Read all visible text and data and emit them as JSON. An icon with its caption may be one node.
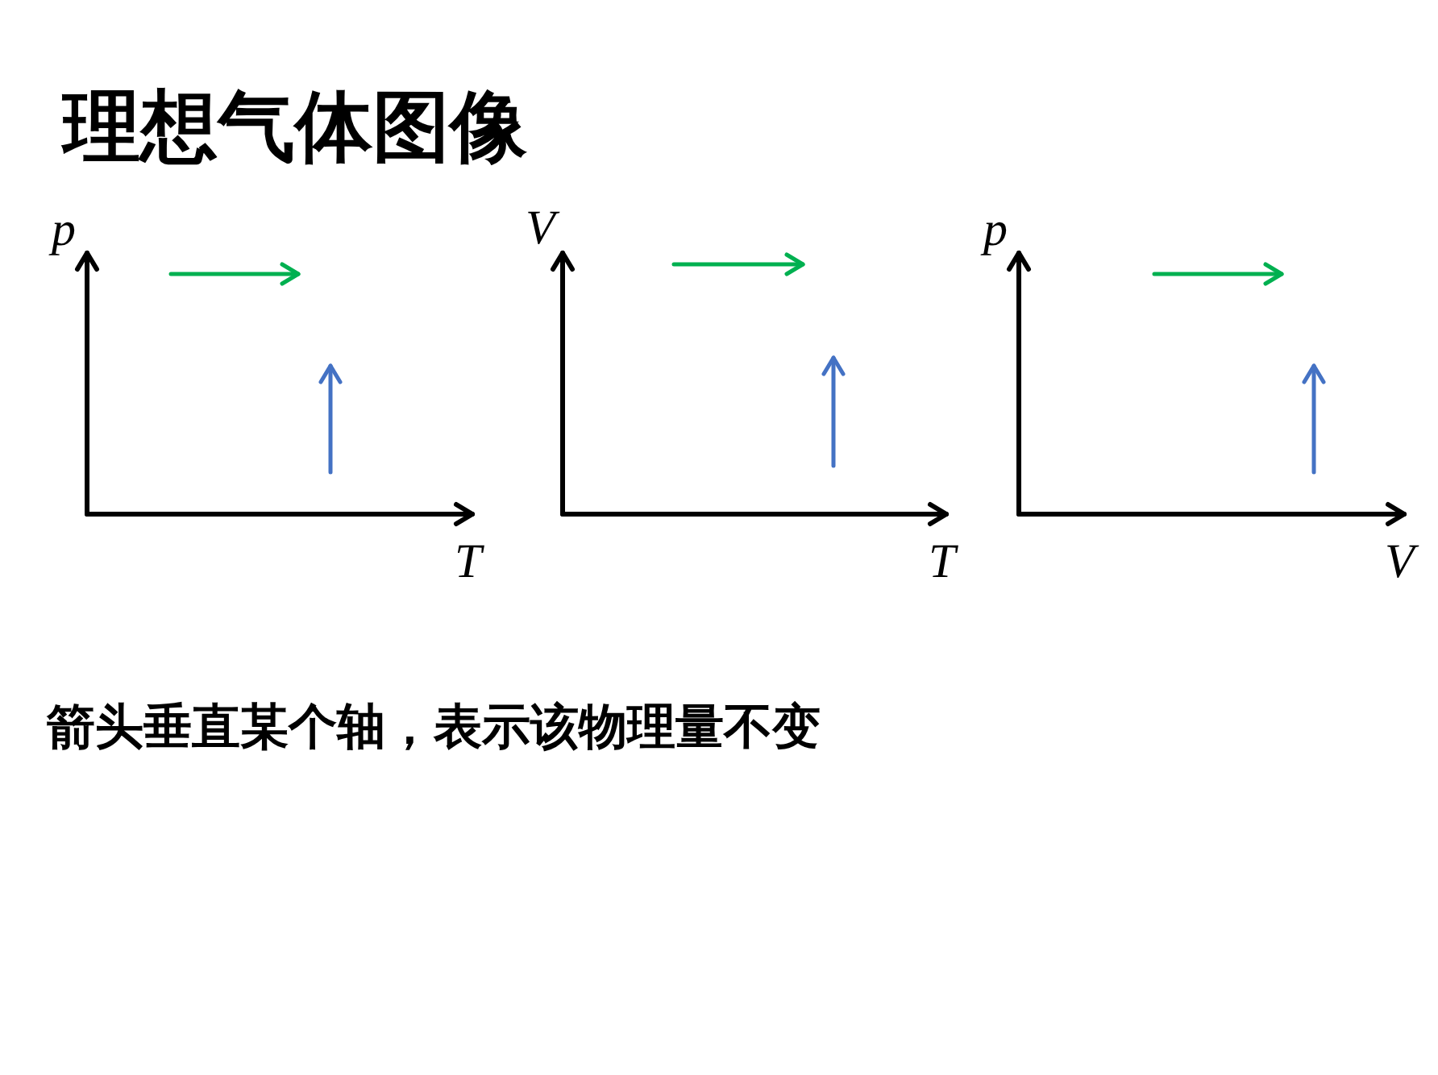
{
  "diagram": {
    "title": "理想气体图像",
    "caption": "箭头垂直某个轴，表示该物理量不变",
    "labels": [
      "p",
      "T",
      "V",
      "T",
      "p",
      "V"
    ]
  }
}
